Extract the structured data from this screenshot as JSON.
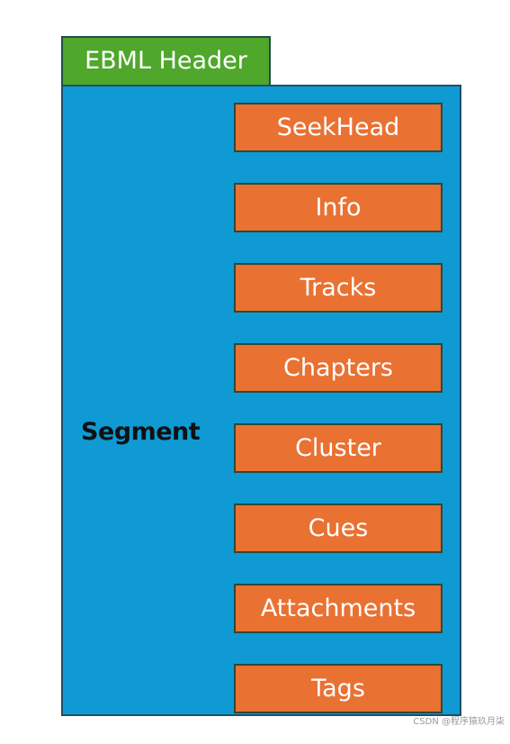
{
  "header": {
    "label": "EBML Header",
    "color": "#4fa72c"
  },
  "segment": {
    "label": "Segment",
    "color": "#0f9ad4",
    "children": [
      {
        "label": "SeekHead"
      },
      {
        "label": "Info"
      },
      {
        "label": "Tracks"
      },
      {
        "label": "Chapters"
      },
      {
        "label": "Cluster"
      },
      {
        "label": "Cues"
      },
      {
        "label": "Attachments"
      },
      {
        "label": "Tags"
      }
    ],
    "child_color": "#e97132"
  },
  "watermark": "CSDN @程序猿玖月柒"
}
